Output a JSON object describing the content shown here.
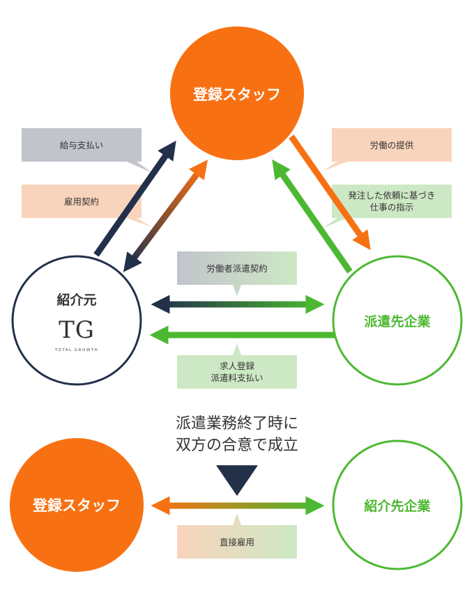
{
  "top_diagram": {
    "staff_circle": "登録スタッフ",
    "agency_circle": "紹介元",
    "dispatch_company_circle": "派遣先企業",
    "logo": {
      "mark": "TG",
      "tagline": "TOTAL GROWTH"
    },
    "callouts": {
      "salary_payment": "給与支払い",
      "employment_contract": "雇用契約",
      "labor_provision": "労働の提供",
      "work_instruction": "発注した依頼に基づき\n仕事の指示",
      "dispatch_contract": "労働者派遣契約",
      "job_request_fee": "求人登録\n派遣料支払い"
    }
  },
  "transition_text": "派遣業務終了時に\n双方の合意で成立",
  "bottom_diagram": {
    "staff_circle": "登録スタッフ",
    "referral_company_circle": "紹介先企業",
    "callout_direct_hire": "直接雇用"
  },
  "colors": {
    "orange": "#f77113",
    "green": "#4cb832",
    "navy": "#22304a",
    "gray_box": "#c2c4cc",
    "peach_box": "#f9d4bc",
    "light_green_box": "#cde8c4"
  }
}
